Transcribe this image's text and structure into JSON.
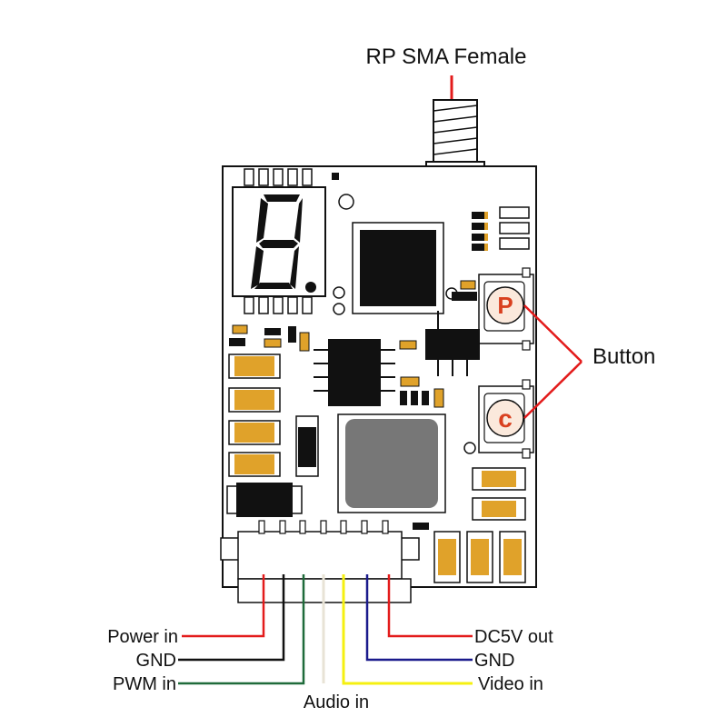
{
  "labels": {
    "antenna": "RP SMA Female",
    "button": "Button",
    "power_in": "Power in",
    "gnd_left": "GND",
    "pwm_in": "PWM in",
    "audio_in": "Audio in",
    "dc5v_out": "DC5V out",
    "gnd_right": "GND",
    "video_in": "Video in"
  },
  "buttons": {
    "p_letter": "P",
    "c_letter": "c"
  },
  "display": {
    "digit": "8."
  },
  "colors": {
    "power": "#e31b1b",
    "gnd_left": "#111111",
    "pwm": "#1f6b3a",
    "audio": "#e8e3d6",
    "video": "#f5f011",
    "gnd_right": "#1a1a8c",
    "dc5v": "#e31b1b",
    "pad_gold": "#e0a22a",
    "chip": "#111111",
    "inductor": "#777777",
    "button_face": "#fbe9dc",
    "button_letter": "#d9401f"
  }
}
